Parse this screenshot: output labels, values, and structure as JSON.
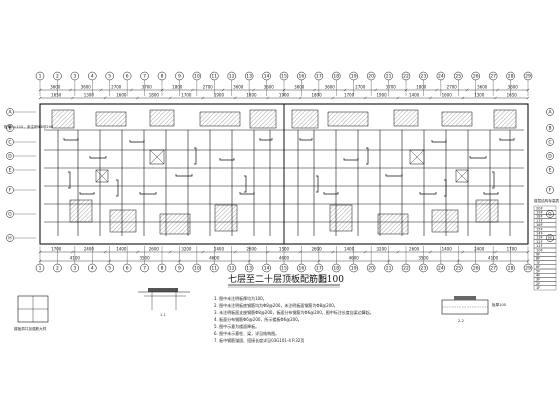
{
  "drawing": {
    "title": "七层至二十层顶板配筋图",
    "scale": "1:100",
    "top_dims_outer": [
      "3600",
      "3600",
      "2700",
      "3700",
      "1800",
      "2700",
      "3600",
      "3600",
      "3600",
      "3600",
      "2700",
      "3700",
      "1800",
      "2700",
      "3600",
      "3600"
    ],
    "top_dims_inner": [
      "1650",
      "1300",
      "1600",
      "1800",
      "1700",
      "1900",
      "1800",
      "1900",
      "1800",
      "1700",
      "1900",
      "1400",
      "1600",
      "1300",
      "1650"
    ],
    "bottom_dims_inner": [
      "1700",
      "2400",
      "1400",
      "2600",
      "3200",
      "1400",
      "2600",
      "1500",
      "2600",
      "1400",
      "3200",
      "2600",
      "1400",
      "2400",
      "1700"
    ],
    "bottom_dims_outer": [
      "4100",
      "3500",
      "4600",
      "4600",
      "4600",
      "3500",
      "4100"
    ],
    "axis_labels_top": [
      "1",
      "2",
      "3",
      "4",
      "5",
      "6",
      "7",
      "8",
      "9",
      "10",
      "11",
      "12",
      "13",
      "14",
      "15",
      "16",
      "17",
      "18",
      "19",
      "20",
      "21",
      "22",
      "23",
      "24",
      "25",
      "26",
      "27",
      "28",
      "29"
    ],
    "axis_labels_side": [
      "A",
      "B",
      "C",
      "D",
      "E",
      "F",
      "G",
      "H"
    ],
    "left_note": "板厚h=110，未注明Φ8@200",
    "detail_left_caption": "楼板洞口加强筋大样",
    "detail_mid_caption": "1-1",
    "detail_right_caption": "2-2",
    "detail_right_note": "板厚100",
    "notes": [
      "1. 图中未注明板厚均为100。",
      "2. 图中未注明板底钢筋均为Φ8@200，未注明板面钢筋为Φ8@200。",
      "3. 未注明板面支座钢筋Φ8@200，板面分布钢筋为Φ6@200，图中标注长度自梁边算起。",
      "4. 板面分布钢筋Φ6@200，所示楼板Φ6@200。",
      "5. 图中示意为楼面降板。",
      "6. 图中未示意柱、梁，详见结构图。",
      "7. 板中钢筋锚固、搭接长度详见03G101-4 P.32页"
    ],
    "right_side_heading": "楼层结构标高表",
    "right_legend_rows": [
      "20F",
      "19F",
      "18F",
      "17F",
      "16F",
      "15F",
      "14F",
      "13F",
      "12F",
      "11F",
      "10F",
      "9F",
      "8F",
      "7F",
      "6F",
      "5F",
      "4F",
      "3F",
      "2F",
      "1F"
    ],
    "colors": {
      "line": "#111111",
      "hatch": "#444444",
      "background": "#ffffff"
    }
  }
}
